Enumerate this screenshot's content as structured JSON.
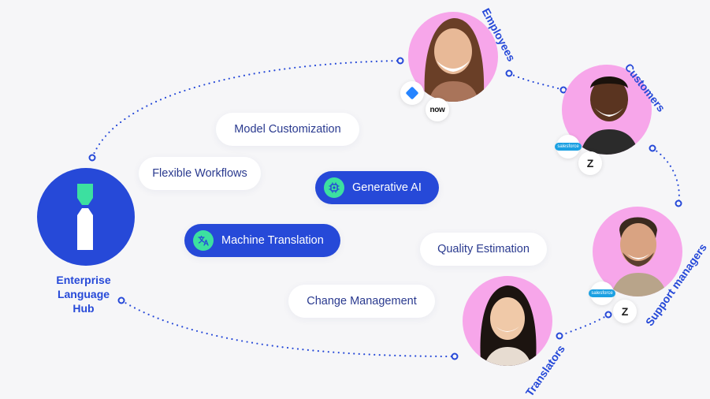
{
  "hub": {
    "label": "Enterprise\nLanguage\nHub",
    "logo_icon": "hourglass-logo-icon",
    "colors": {
      "circle": "#2649d8",
      "logo_top": "#3ce0a0",
      "logo_bottom": "#ffffff"
    }
  },
  "capabilities": [
    {
      "id": "model-customization",
      "label": "Model Customization",
      "style": "outline"
    },
    {
      "id": "flexible-workflows",
      "label": "Flexible Workflows",
      "style": "outline"
    },
    {
      "id": "generative-ai",
      "label": "Generative AI",
      "style": "primary",
      "icon": "chip-icon"
    },
    {
      "id": "machine-translation",
      "label": "Machine Translation",
      "style": "primary",
      "icon": "translate-icon"
    },
    {
      "id": "quality-estimation",
      "label": "Quality Estimation",
      "style": "outline"
    },
    {
      "id": "change-management",
      "label": "Change Management",
      "style": "outline"
    }
  ],
  "personas": [
    {
      "id": "employees",
      "label": "Employees",
      "integrations": [
        "jira-icon",
        "servicenow-icon"
      ],
      "integration_text": [
        "",
        "now"
      ]
    },
    {
      "id": "customers",
      "label": "Customers",
      "integrations": [
        "salesforce-icon",
        "zendesk-icon"
      ],
      "integration_text": [
        "salesforce",
        "Z"
      ]
    },
    {
      "id": "support-managers",
      "label": "Support managers",
      "integrations": [
        "salesforce-icon",
        "zendesk-icon"
      ],
      "integration_text": [
        "salesforce",
        "Z"
      ]
    },
    {
      "id": "translators",
      "label": "Translators",
      "integrations": [],
      "integration_text": []
    }
  ],
  "colors": {
    "accent": "#2649d8",
    "avatar_background": "#f7a6ea",
    "pill_icon": "#3ce0a0",
    "page_background": "#f6f6f8"
  }
}
